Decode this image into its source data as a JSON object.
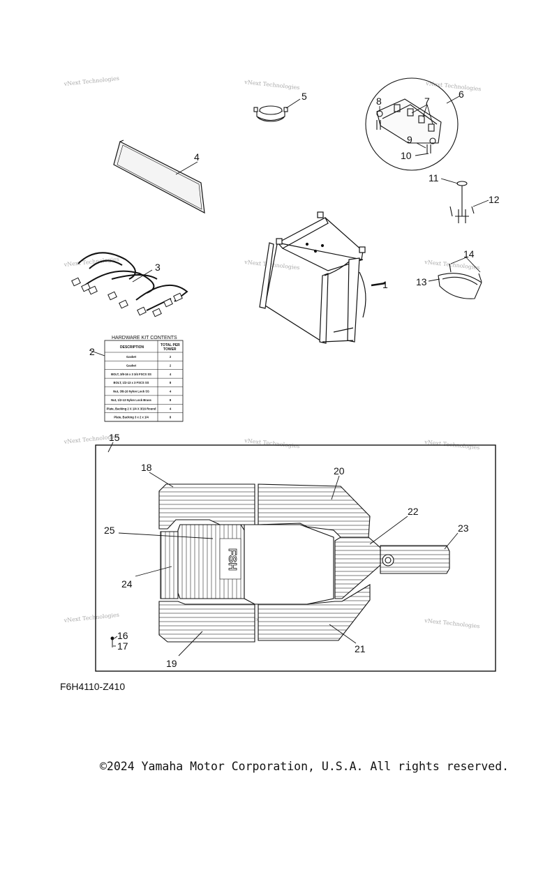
{
  "watermark": "vNext Technologies",
  "figure_code": "F6H4110-Z410",
  "copyright": "©2024 Yamaha Motor Corporation, U.S.A. All rights reserved.",
  "hardware_kit": {
    "title": "HARDWARE KIT CONTENTS",
    "col_description": "DESCRIPTION",
    "col_total_l1": "TOTAL PER",
    "col_total_l2": "TOWER",
    "rows": [
      {
        "desc": "Gasket",
        "qty": "2"
      },
      {
        "desc": "Gasket",
        "qty": "2"
      },
      {
        "desc": "BOLT, 3/8-16 x 3 3/4 FSCS SS",
        "qty": "4"
      },
      {
        "desc": "BOLT, 1/2-13 x 3 FSCS SS",
        "qty": "8"
      },
      {
        "desc": "Nut, 3/8-16 Nylon Lock SS",
        "qty": "4"
      },
      {
        "desc": "Nut, 1/2-13 Nylon Lock Brass",
        "qty": "8"
      },
      {
        "desc": "Plate, Backing 2 X 1/4 X 3/16 Round",
        "qty": "4"
      },
      {
        "desc": "Plate, Backing 3 x 2 x 1/4",
        "qty": "8"
      }
    ]
  },
  "mat_label": "FSH",
  "callouts": [
    "1",
    "2",
    "3",
    "4",
    "5",
    "6",
    "7",
    "8",
    "9",
    "10",
    "11",
    "12",
    "13",
    "14",
    "15",
    "16",
    "17",
    "18",
    "19",
    "20",
    "21",
    "22",
    "23",
    "24",
    "25"
  ]
}
